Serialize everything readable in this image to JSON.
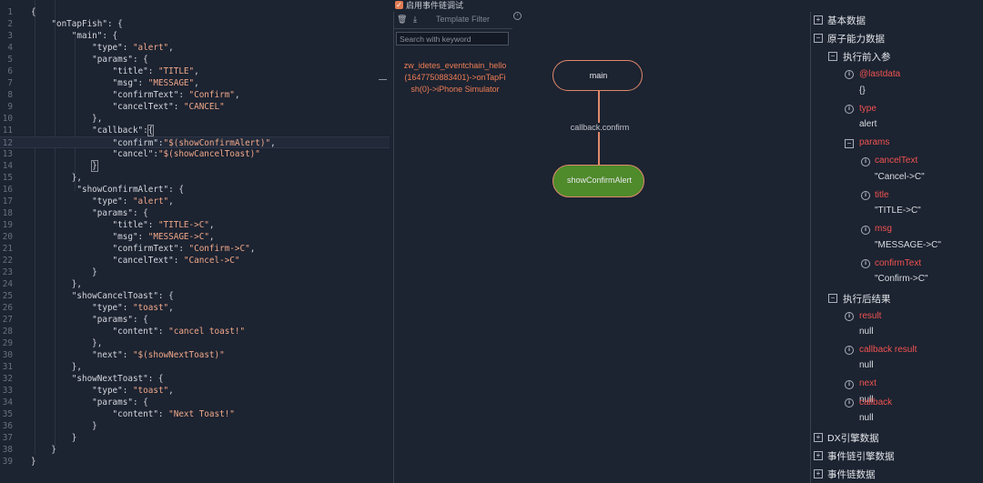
{
  "editor": {
    "lines": [
      [
        {
          "t": "p",
          "v": "{"
        }
      ],
      [
        {
          "t": "k",
          "v": "    \"onTapFish\": {"
        }
      ],
      [
        {
          "t": "k",
          "v": "        \"main\": {"
        }
      ],
      [
        {
          "t": "k",
          "v": "            \"type\": "
        },
        {
          "t": "s",
          "v": "\"alert\""
        },
        {
          "t": "p",
          "v": ","
        }
      ],
      [
        {
          "t": "k",
          "v": "            \"params\": {"
        }
      ],
      [
        {
          "t": "k",
          "v": "                \"title\": "
        },
        {
          "t": "s",
          "v": "\"TITLE\""
        },
        {
          "t": "p",
          "v": ","
        }
      ],
      [
        {
          "t": "k",
          "v": "                \"msg\": "
        },
        {
          "t": "s",
          "v": "\"MESSAGE\""
        },
        {
          "t": "p",
          "v": ","
        }
      ],
      [
        {
          "t": "k",
          "v": "                \"confirmText\": "
        },
        {
          "t": "s",
          "v": "\"Confirm\""
        },
        {
          "t": "p",
          "v": ","
        }
      ],
      [
        {
          "t": "k",
          "v": "                \"cancelText\": "
        },
        {
          "t": "s",
          "v": "\"CANCEL\""
        }
      ],
      [
        {
          "t": "p",
          "v": "            },"
        }
      ],
      [
        {
          "t": "k",
          "v": "            \"callback\":"
        },
        {
          "t": "b",
          "v": "{"
        }
      ],
      [
        {
          "t": "k",
          "v": "                \"confirm\":"
        },
        {
          "t": "s",
          "v": "\"$(showConfirmAlert)\""
        },
        {
          "t": "p",
          "v": ","
        }
      ],
      [
        {
          "t": "k",
          "v": "                \"cancel\":"
        },
        {
          "t": "s",
          "v": "\"$(showCancelToast)\""
        }
      ],
      [
        {
          "t": "p",
          "v": "            "
        },
        {
          "t": "b",
          "v": "}"
        }
      ],
      [
        {
          "t": "p",
          "v": "        },"
        }
      ],
      [
        {
          "t": "k",
          "v": "         \"showConfirmAlert\": {"
        }
      ],
      [
        {
          "t": "k",
          "v": "            \"type\": "
        },
        {
          "t": "s",
          "v": "\"alert\""
        },
        {
          "t": "p",
          "v": ","
        }
      ],
      [
        {
          "t": "k",
          "v": "            \"params\": {"
        }
      ],
      [
        {
          "t": "k",
          "v": "                \"title\": "
        },
        {
          "t": "s",
          "v": "\"TITLE->C\""
        },
        {
          "t": "p",
          "v": ","
        }
      ],
      [
        {
          "t": "k",
          "v": "                \"msg\": "
        },
        {
          "t": "s",
          "v": "\"MESSAGE->C\""
        },
        {
          "t": "p",
          "v": ","
        }
      ],
      [
        {
          "t": "k",
          "v": "                \"confirmText\": "
        },
        {
          "t": "s",
          "v": "\"Confirm->C\""
        },
        {
          "t": "p",
          "v": ","
        }
      ],
      [
        {
          "t": "k",
          "v": "                \"cancelText\": "
        },
        {
          "t": "s",
          "v": "\"Cancel->C\""
        }
      ],
      [
        {
          "t": "p",
          "v": "            }"
        }
      ],
      [
        {
          "t": "p",
          "v": "        },"
        }
      ],
      [
        {
          "t": "k",
          "v": "        \"showCancelToast\": {"
        }
      ],
      [
        {
          "t": "k",
          "v": "            \"type\": "
        },
        {
          "t": "s",
          "v": "\"toast\""
        },
        {
          "t": "p",
          "v": ","
        }
      ],
      [
        {
          "t": "k",
          "v": "            \"params\": {"
        }
      ],
      [
        {
          "t": "k",
          "v": "                \"content\": "
        },
        {
          "t": "s",
          "v": "\"cancel toast!\""
        }
      ],
      [
        {
          "t": "p",
          "v": "            },"
        }
      ],
      [
        {
          "t": "k",
          "v": "            \"next\": "
        },
        {
          "t": "s",
          "v": "\"$(showNextToast)\""
        }
      ],
      [
        {
          "t": "p",
          "v": "        },"
        }
      ],
      [
        {
          "t": "k",
          "v": "        \"showNextToast\": {"
        }
      ],
      [
        {
          "t": "k",
          "v": "            \"type\": "
        },
        {
          "t": "s",
          "v": "\"toast\""
        },
        {
          "t": "p",
          "v": ","
        }
      ],
      [
        {
          "t": "k",
          "v": "            \"params\": {"
        }
      ],
      [
        {
          "t": "k",
          "v": "                \"content\": "
        },
        {
          "t": "s",
          "v": "\"Next Toast!\""
        }
      ],
      [
        {
          "t": "p",
          "v": "            }"
        }
      ],
      [
        {
          "t": "p",
          "v": "        }"
        }
      ],
      [
        {
          "t": "p",
          "v": "    }"
        }
      ],
      [
        {
          "t": "p",
          "v": "}"
        }
      ]
    ],
    "active_line": 12
  },
  "topbar": {
    "enable_label": "启用事件链调试"
  },
  "events": {
    "icons": [
      "trash-icon",
      "download-icon"
    ],
    "template_filter": "Template Filter",
    "search_placeholder": "Search with keyword",
    "item": "zw_idetes_eventchain_hello(1647750883401)->onTapFish(0)->iPhone Simulator"
  },
  "graph": {
    "node_main": "main",
    "edge_label": "callback.confirm",
    "node_confirm": "showConfirmAlert"
  },
  "tree": {
    "basic": "基本数据",
    "atomic": "原子能力数据",
    "before": "执行前入参",
    "lastdata_key": "@lastdata",
    "lastdata_val": "{}",
    "type_key": "type",
    "type_val": "alert",
    "params": "params",
    "cancelText_key": "cancelText",
    "cancelText_val": "\"Cancel->C\"",
    "title_key": "title",
    "title_val": "\"TITLE->C\"",
    "msg_key": "msg",
    "msg_val": "\"MESSAGE->C\"",
    "confirmText_key": "confirmText",
    "confirmText_val": "\"Confirm->C\"",
    "after": "执行后结果",
    "result_key": "result",
    "result_val": "null",
    "cbresult_key": "callback result",
    "cbresult_val": "null",
    "next_key": "next",
    "next_val": "null",
    "callback_key": "callback",
    "callback_val": "null",
    "dx": "DX引擎数据",
    "chain_engine": "事件链引擎数据",
    "chain_data": "事件链数据"
  },
  "colors": {
    "accent": "#e07b53",
    "node_green": "#4f8a2b",
    "key_red": "#ef5350"
  }
}
